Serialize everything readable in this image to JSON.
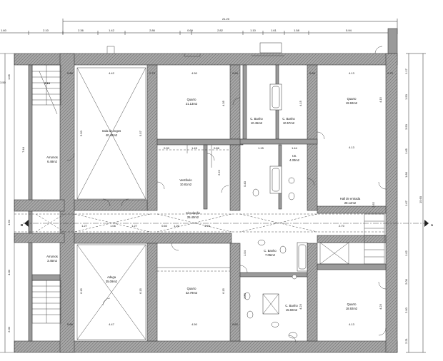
{
  "overall_width": "21.20",
  "overall_depth": "15.60",
  "top_dims": [
    "1.60",
    "2.10",
    "2.36",
    "1.42",
    "2.86",
    "0.69",
    "2.82",
    "1.10",
    "1.61",
    "1.58",
    "5.94"
  ],
  "rooms": [
    {
      "id": "arrumos-1",
      "name": "Arrumos",
      "area": "6.48m2"
    },
    {
      "id": "sala-de-jogos",
      "name": "Sala de Jogos",
      "area": "40.40m2"
    },
    {
      "id": "quarto-1",
      "name": "Quarto",
      "area": "21.13m2"
    },
    {
      "id": "c-banho-1",
      "name": "C. Banho",
      "area": "10.45m2"
    },
    {
      "id": "c-banho-2",
      "name": "C. Banho",
      "area": "10.57m2"
    },
    {
      "id": "quarto-2",
      "name": "Quarto",
      "area": "19.92m2"
    },
    {
      "id": "vestibulo",
      "name": "Vestíbulo",
      "area": "10.81m2"
    },
    {
      "id": "lb",
      "name": "I.B.",
      "area": "4.30m2"
    },
    {
      "id": "hall-de-entrada",
      "name": "Hall de entrada",
      "area": "28.12m2"
    },
    {
      "id": "circulacao",
      "name": "Circulação",
      "area": "25.40m2"
    },
    {
      "id": "arrumos-2",
      "name": "Arrumos",
      "area": "3.45m2"
    },
    {
      "id": "adega",
      "name": "Adega",
      "area": "35.09m2"
    },
    {
      "id": "quarto-3",
      "name": "Quarto",
      "area": "32.79m2"
    },
    {
      "id": "c-banho-3",
      "name": "C. Banho",
      "area": "7.05m2"
    },
    {
      "id": "c-banho-4",
      "name": "C. Banho",
      "area": "15.60m2"
    },
    {
      "id": "quarto-4",
      "name": "Quarto",
      "area": "18.92m2"
    }
  ],
  "section_markers": {
    "left": "B",
    "right": "A"
  },
  "dims": {
    "l_1_05": "1.05",
    "l_3_50": "3.50",
    "l_2_10": "2.10",
    "l_7_44": "7.44",
    "l_1_60": "1.60",
    "l_4_00": "4.00",
    "l_2_00": "2.00",
    "r_1_17": "1.17",
    "r_1_50": "1.50",
    "r_3_50": "3.50",
    "r_1_67": "1.67",
    "r_1_65": "1.65",
    "r_1_80": "1.80",
    "r_2_00": "2.00",
    "r_1_02": "1.02",
    "r_2_21": "2.21",
    "r_15_60": "15.60",
    "w_4_42": "4.42",
    "w_4_50": "4.50",
    "w_4_13": "4.13",
    "w_4_47": "4.47",
    "w_4_50b": "4.50",
    "w_4_13b": "4.13",
    "h_5_50": "5.50",
    "h_5_57": "5.57",
    "h_4_35": "4.35",
    "h_4_15": "4.15",
    "h_6_15": "6.15",
    "h_4_23": "4.23",
    "h_2_22": "2.22",
    "h_2_62": "2.62",
    "c_1_27": "1.27",
    "c_1_06": "1.06",
    "c_1_27b": "1.27",
    "c_4_93": "4.93",
    "c_2_70": "2.70",
    "c_0_65": "0.65",
    "c_1_44": "1.44",
    "c_4_13": "4.13",
    "c_0_90": "0.90",
    "c_1_15": "1.15",
    "c_0_60": "0.60",
    "c_1_20": "1.20",
    "c_0_69": "0.69",
    "c_1_45": "1.45",
    "c_0_86": "0.86",
    "c_2_10": "2.10",
    "c_0_72": "0.72",
    "c_0_73": "0.73",
    "c_0_80": "0.80",
    "c_0_66": "0.66",
    "c_0_62": "0.62",
    "c_1_54": "1.54",
    "c_1_80": "1.80",
    "c_0_40": "0.40"
  }
}
